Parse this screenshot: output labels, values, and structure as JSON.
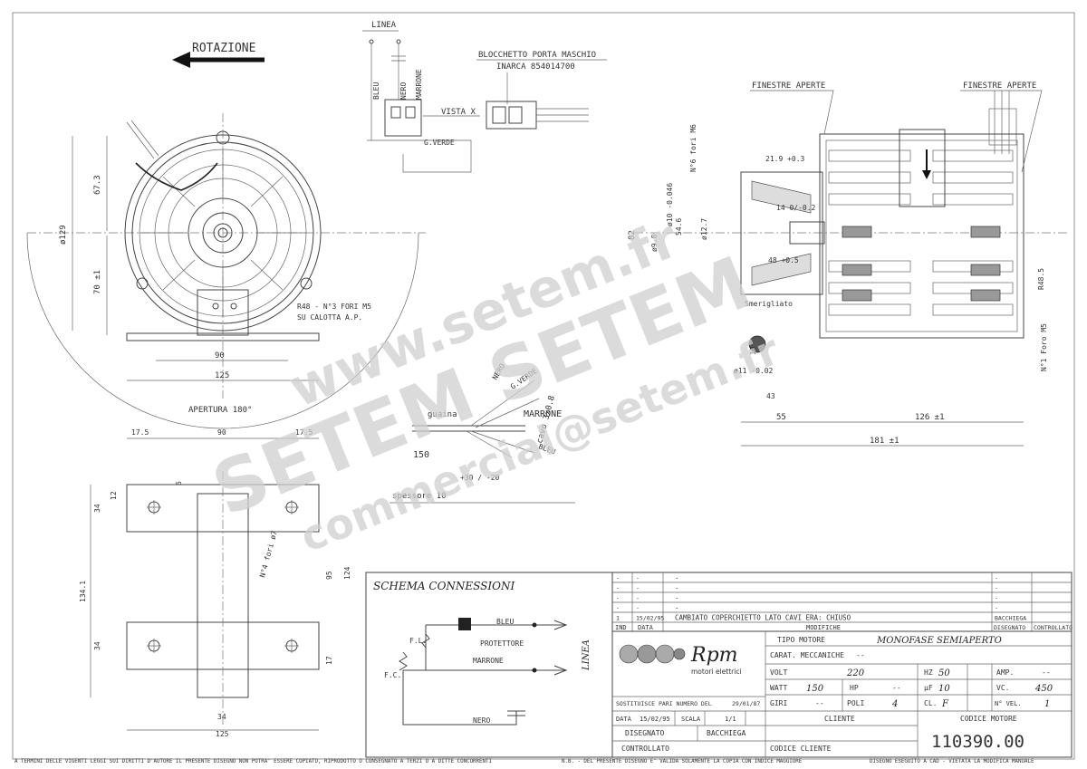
{
  "drawing": {
    "rotation_label": "ROTAZIONE",
    "aperture_label": "APERTURA 180°",
    "linea_label": "LINEA",
    "blocchetto_label": "BLOCCHETTO PORTA MASCHIO",
    "blocchetto_code": "INARCA 854014700",
    "vista_label": "VISTA X",
    "finestre_left": "FINESTRE APERTE",
    "finestre_right": "FINESTRE APERTE",
    "holes_note_1": "R48 - N°3 FORI M5",
    "holes_note_2": "SU CALOTTA A.P.",
    "wire_colors": {
      "bleu": "BLEU",
      "nero": "NERO",
      "marrone": "MARRONE",
      "gverde": "G.VERDE"
    },
    "dims_front": {
      "d1": "67.3",
      "d2": "ø129",
      "d3": "70 ±1",
      "d4": "90",
      "d5": "125"
    },
    "dims_side": {
      "d1": "N°6 fori M6",
      "d2": "21.9 +0.3",
      "d3": "14 0/-0.2",
      "d4": "48 +0.5",
      "d5": "ø9.8",
      "d6": "54.6",
      "d7": "ø12.7",
      "d8": "82",
      "d9": "55",
      "d10": "126 ±1",
      "d11": "181 ±1",
      "d12": "R48.5",
      "d13": "N°1 Foro M5",
      "d14": "10",
      "d15": "ø11 -0.02",
      "d16": "43",
      "d17": "Smerigliato",
      "d18": "ø10 -0.046"
    },
    "dims_base": {
      "d1": "17.5",
      "d2": "90",
      "d3": "17.5",
      "d4": "12",
      "d5": "6",
      "d6": "34",
      "d7": "134.1",
      "d8": "34",
      "d9": "95",
      "d10": "124",
      "d11": "17",
      "d12": "34",
      "d13": "125",
      "d14": "N°4 fori ø7"
    },
    "cable": {
      "guaina": "guaina",
      "len": "150",
      "spessore": "spessore 10",
      "cavo": "cavo 3x0.8",
      "l1": "NERO",
      "l2": "G.VERDE",
      "l3": "MARRONE",
      "l4": "BLEU",
      "l5": "+30 / -20"
    }
  },
  "schema": {
    "title": "SCHEMA CONNESSIONI",
    "labels": {
      "bleu": "BLEU",
      "protettore": "PROTETTORE",
      "marrone": "MARRONE",
      "nero": "NERO",
      "fl": "F.L.",
      "fc": "F.C.",
      "linea": "LINEA"
    }
  },
  "revisions": {
    "rows": [
      {
        "n": "-",
        "date": "-",
        "text": "-",
        "by": "-"
      },
      {
        "n": "-",
        "date": "-",
        "text": "-",
        "by": "-"
      },
      {
        "n": "-",
        "date": "-",
        "text": "-",
        "by": "-"
      },
      {
        "n": "-",
        "date": "-",
        "text": "-",
        "by": "-"
      },
      {
        "n": "1",
        "date": "15/02/95",
        "text": "CAMBIATO COPERCHIETTO LATO CAVI ERA: CHIUSO",
        "by": "BACCHIEGA"
      }
    ],
    "header": {
      "n": "IND",
      "date": "DATA",
      "text": "MODIFICHE",
      "drawn": "DISEGNATO",
      "checked": "CONTROLLATO"
    }
  },
  "titleblock": {
    "brand": "Rpm",
    "brand_sub": "motori elettrici",
    "tipo_label": "TIPO MOTORE",
    "tipo_value": "MONOFASE SEMIAPERTO",
    "carat_label": "CARAT. MECCANICHE",
    "carat_value": "--",
    "volt_label": "VOLT",
    "volt_value": "220",
    "hz_label": "HZ",
    "hz_value": "50",
    "amp_label": "AMP.",
    "amp_value": "--",
    "watt_label": "WATT",
    "watt_value": "150",
    "hp_label": "HP",
    "hp_value": "--",
    "uf_label": "µF",
    "uf_value": "10",
    "vc_label": "VC.",
    "vc_value": "450",
    "giri_label": "GIRI",
    "giri_value": "--",
    "poli_label": "POLI",
    "poli_value": "4",
    "cl_label": "CL.",
    "cl_value": "F",
    "vel_label": "N° VEL.",
    "vel_value": "1",
    "sostituisce": "SOSTITUISCE PARI NUMERO DEL",
    "sost_date": "29/01/87",
    "data_label": "DATA",
    "data_value": "15/02/95",
    "scala_label": "SCALA",
    "scala_value": "1/1",
    "cliente_label": "CLIENTE",
    "codice_label": "CODICE MOTORE",
    "codice_value": "110390.00",
    "disegnato_label": "DISEGNATO",
    "disegnato_value": "BACCHIEGA",
    "controllato_label": "CONTROLLATO",
    "codice_cliente_label": "CODICE CLIENTE"
  },
  "footer": {
    "left": "A TERMINI DELLE VIGENTI LEGGI SUI DIRITTI D'AUTORE IL PRESENTE DISEGNO NON POTRA' ESSERE COPIATO, RIPRODOTTO O CONSEGNATO A TERZI O A DITTE CONCORRENTI",
    "mid": "N.B. - DEL PRESENTE DISEGNO E' VALIDA SOLAMENTE LA COPIA CON INDICE MAGGIORE",
    "right": "DISEGNO ESEGUITO A CAD - VIETATA LA MODIFICA MANUALE"
  },
  "watermark": {
    "w1": "www.setem.fr",
    "w2": "SETEM SETEM",
    "w3": "commercial@setem.fr"
  }
}
